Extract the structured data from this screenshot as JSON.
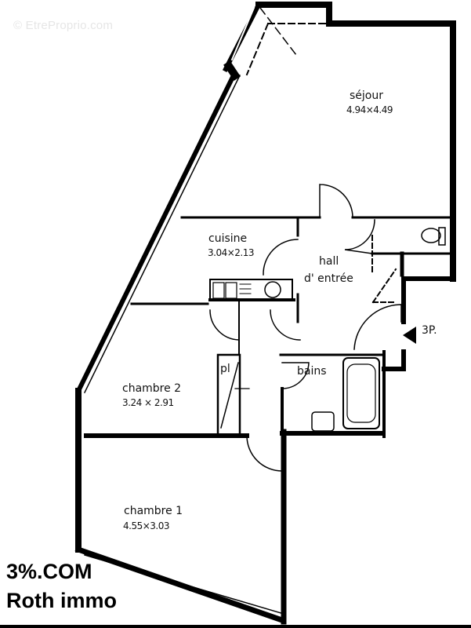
{
  "watermark": {
    "icon": "copyright-circle-icon",
    "text": "EtreProprio.com"
  },
  "rooms": [
    {
      "id": "sejour",
      "name": "séjour",
      "dimensions": "4.94×4.49"
    },
    {
      "id": "cuisine",
      "name": "cuisine",
      "dimensions": "3.04×2.13"
    },
    {
      "id": "hall",
      "name": "hall",
      "name2": "d' entrée"
    },
    {
      "id": "chambre2",
      "name": "chambre 2",
      "dimensions": "3.24 × 2.91"
    },
    {
      "id": "pl",
      "name": "pl"
    },
    {
      "id": "bains",
      "name": "bains"
    },
    {
      "id": "chambre1",
      "name": "chambre 1",
      "dimensions": "4.55×3.03"
    }
  ],
  "entrance": {
    "icon": "entrance-arrow-icon",
    "label": "3P."
  },
  "branding": {
    "line1": "3%.COM",
    "line2": "Roth immo"
  },
  "colors": {
    "wall": "#000000",
    "background": "#ffffff",
    "watermark": "#e6e6e6"
  }
}
